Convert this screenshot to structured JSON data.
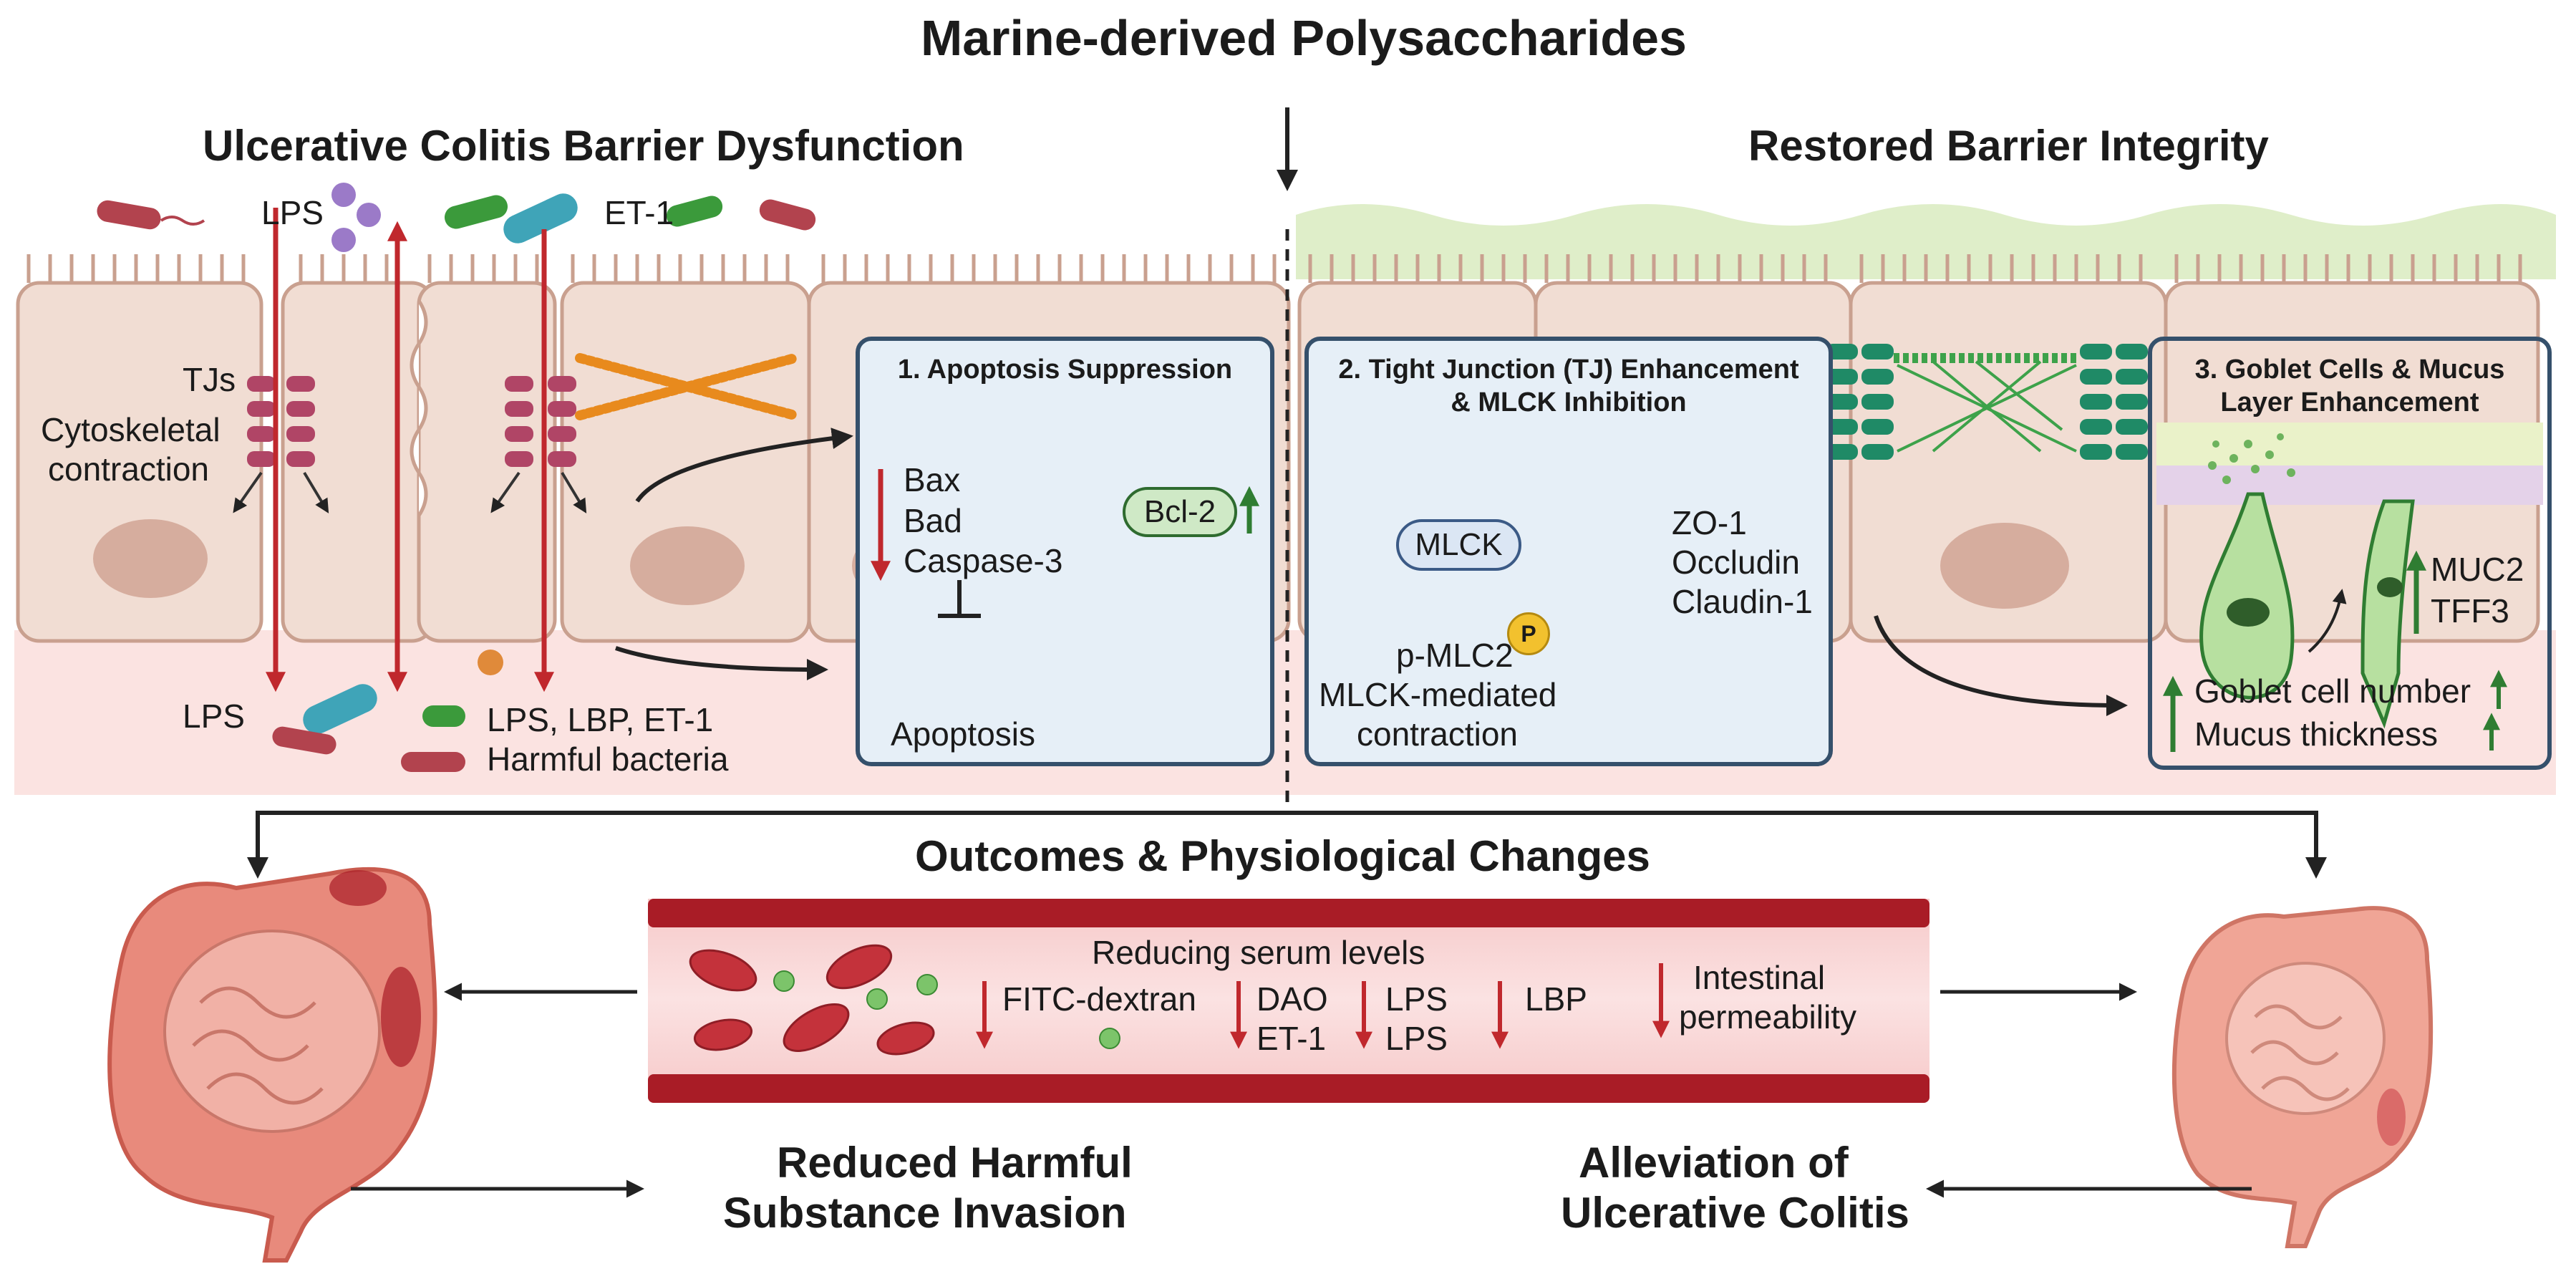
{
  "title": "Marine-derived Polysaccharides",
  "left_panel": {
    "heading": "Ulcerative Colitis Barrier Dysfunction",
    "lps_top": "LPS",
    "et1_top": "ET-1",
    "tjs": "TJs",
    "cytoskeletal": [
      "Cytoskeletal",
      "contraction"
    ],
    "lps_bottom": "LPS",
    "lps_lbp_et1": "LPS, LBP, ET-1",
    "harmful_bacteria": "Harmful bacteria"
  },
  "right_panel": {
    "heading": "Restored Barrier Integrity"
  },
  "box_apoptosis": {
    "title": "1. Apoptosis Suppression",
    "down_items": [
      "Bax",
      "Bad",
      "Caspase-3"
    ],
    "up_item": "Bcl-2",
    "result": "Apoptosis"
  },
  "box_tj": {
    "title": [
      "2. Tight Junction (TJ) Enhancement",
      "& MLCK Inhibition"
    ],
    "mlck": "MLCK",
    "pmlc2": "p-MLC2",
    "p_badge": "P",
    "contraction": [
      "MLCK-mediated",
      "contraction"
    ],
    "up_items": [
      "ZO-1",
      "Occludin",
      "Claudin-1"
    ]
  },
  "box_goblet": {
    "title": [
      "3. Goblet Cells & Mucus",
      "Layer Enhancement"
    ],
    "up_items": [
      "MUC2",
      "TFF3"
    ],
    "goblet_number": "Goblet cell number",
    "mucus_thickness": "Mucus thickness"
  },
  "outcomes": {
    "heading": "Outcomes & Physiological Changes",
    "serum_heading": "Reducing serum levels",
    "fitc": "FITC-dextran",
    "dao": "DAO",
    "et1": "ET-1",
    "lps1": "LPS",
    "lps2": "LPS",
    "lbp": "LBP",
    "permeability": [
      "Intestinal",
      "permeability"
    ],
    "reduced": [
      "Reduced Harmful",
      "Substance Invasion"
    ],
    "alleviation": [
      "Alleviation of",
      "Ulcerative Colitis"
    ]
  },
  "colors": {
    "red_arrow": "#c0282d",
    "green_arrow": "#2f7d32",
    "box_border": "#35506b",
    "cell_fill": "#f1ddd3",
    "vessel": "#a91c26"
  }
}
